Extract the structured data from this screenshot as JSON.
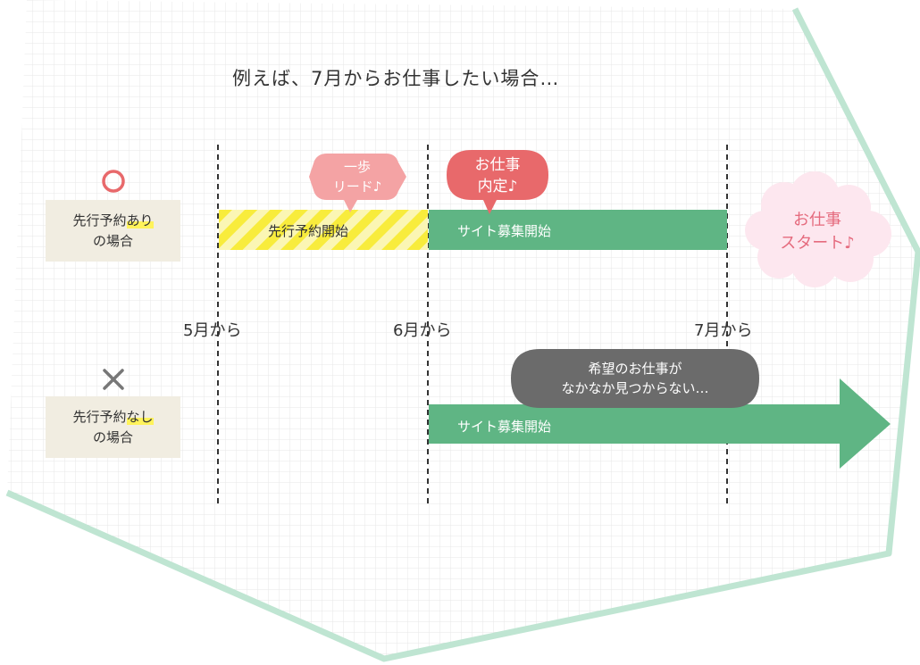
{
  "title": "例えば、7月からお仕事したい場合…",
  "rows": [
    {
      "mark": "○",
      "mark_icon": "circle-icon",
      "label_prefix": "先行予約",
      "label_highlight": "あり",
      "label_line2": "の場合"
    },
    {
      "mark": "×",
      "mark_icon": "cross-icon",
      "label_prefix": "先行予約",
      "label_highlight": "なし",
      "label_line2": "の場合"
    }
  ],
  "months": [
    "5月から",
    "6月から",
    "7月から"
  ],
  "bars": {
    "preorder_start": "先行予約開始",
    "recruit_start_row1": "サイト募集開始",
    "recruit_start_row2": "サイト募集開始"
  },
  "bubbles": {
    "lead": [
      "一歩",
      "リード♪"
    ],
    "offer": [
      "お仕事",
      "内定♪"
    ],
    "start": [
      "お仕事",
      "スタート♪"
    ],
    "not_found": [
      "希望のお仕事が",
      "なかなか見つからない…"
    ]
  },
  "colors": {
    "green": "#5fb584",
    "yellow": "#f8ec3c",
    "red": "#e8696b",
    "pink_bubble": "#f4a3a4",
    "cloud": "#fde7ef",
    "cloud_text": "#e56b7e",
    "gray_bubble": "#6b6b6b",
    "label_bg": "#f1ede1",
    "frame": "#bfe5d2"
  }
}
